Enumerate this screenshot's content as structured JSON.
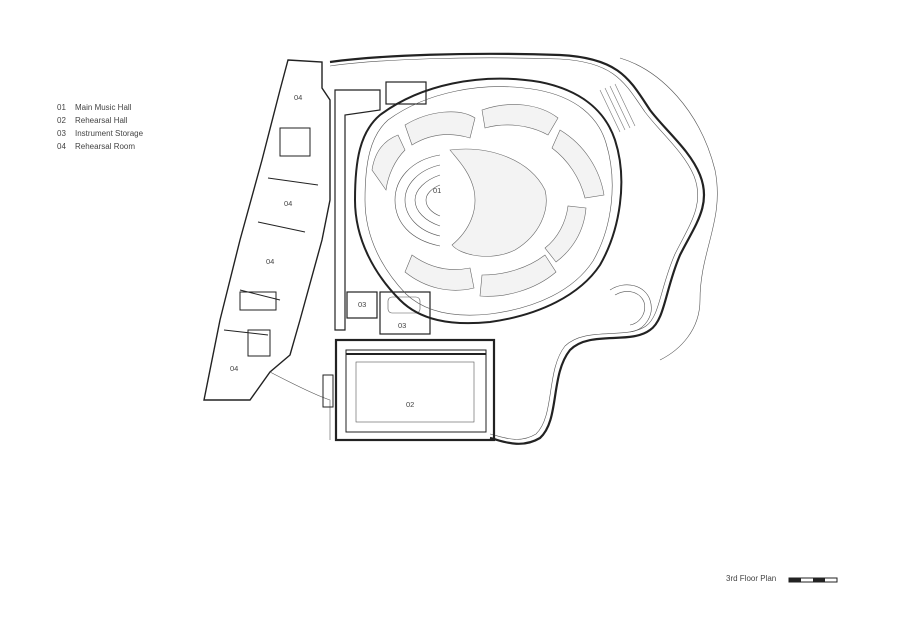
{
  "legend": [
    {
      "number": "01",
      "label": "Main Music Hall"
    },
    {
      "number": "02",
      "label": "Rehearsal Hall"
    },
    {
      "number": "03",
      "label": "Instrument Storage"
    },
    {
      "number": "04",
      "label": "Rehearsal Room"
    }
  ],
  "rooms": {
    "main_hall": "01",
    "rehearsal_hall": "02",
    "storage_a": "03",
    "storage_b": "03",
    "rehearsal_room_1": "04",
    "rehearsal_room_2": "04",
    "rehearsal_room_3": "04",
    "rehearsal_room_4": "04"
  },
  "plan_title": "3rd Floor Plan"
}
